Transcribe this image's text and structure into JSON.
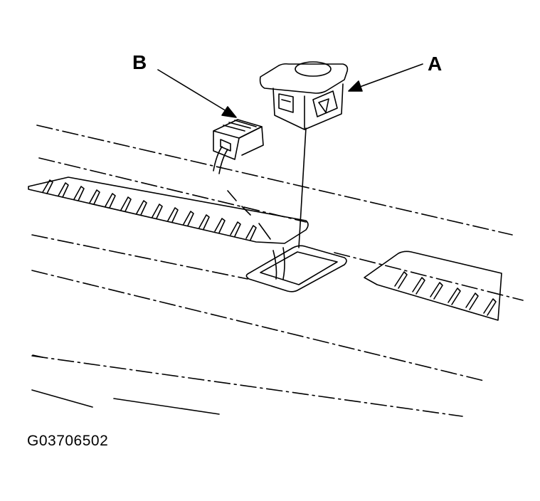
{
  "callouts": {
    "a": "A",
    "b": "B"
  },
  "figure_id": "G03706502",
  "colors": {
    "line": "#000000",
    "background": "#ffffff"
  }
}
